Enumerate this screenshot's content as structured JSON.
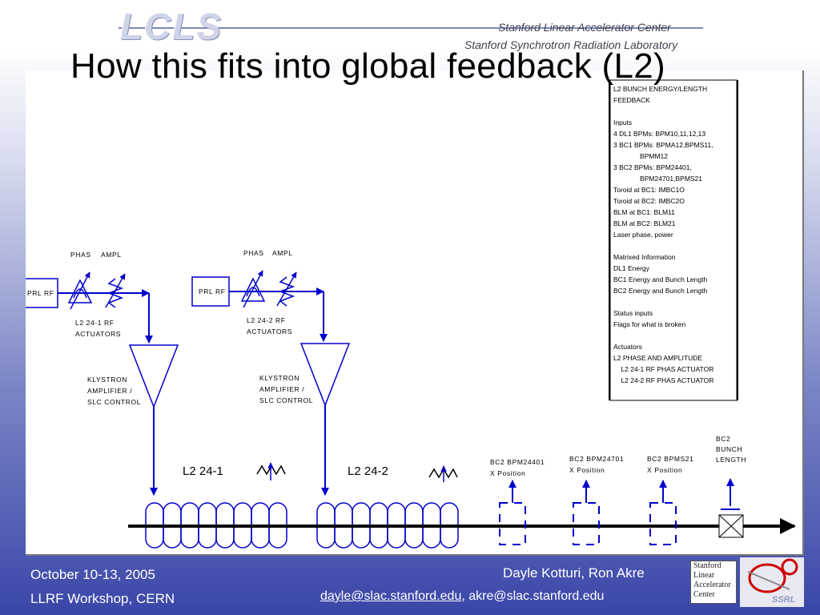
{
  "header": {
    "logo_text": "LCLS",
    "slac_name": "Stanford Linear Accelerator Center",
    "ssrl_name": "Stanford Synchrotron Radiation Laboratory",
    "title": "How this fits into global feedback (L2)"
  },
  "diagram": {
    "station1": {
      "phas": "PHAS",
      "ampl": "AMPL",
      "prl": "PRL RF",
      "actuators_line1": "L2 24-1  RF",
      "actuators_line2": "ACTUATORS",
      "klystron_line1": "KLYSTRON",
      "klystron_line2": "AMPLIFIER /",
      "klystron_line3": "SLC CONTROL",
      "section": "L2 24-1"
    },
    "station2": {
      "phas": "PHAS",
      "ampl": "AMPL",
      "prl": "PRL RF",
      "actuators_line1": "L2 24-2  RF",
      "actuators_line2": "ACTUATORS",
      "klystron_line1": "KLYSTRON",
      "klystron_line2": "AMPLIFIER /",
      "klystron_line3": "SLC CONTROL",
      "section": "L2 24-2"
    },
    "bpm1": {
      "line1": "BC2 BPM24401",
      "line2": "X Position"
    },
    "bpm2": {
      "line1": "BC2 BPM24701",
      "line2": "X Position"
    },
    "bpm3": {
      "line1": "BC2 BPMS21",
      "line2": "X Position"
    },
    "bunch": {
      "line1": "BC2",
      "line2": "BUNCH",
      "line3": "LENGTH"
    },
    "feedback_box": [
      "L2 BUNCH ENERGY/LENGTH",
      "FEEDBACK",
      "",
      "Inputs",
      "4 DL1 BPMs: BPM10,11,12,13",
      "3 BC1 BPMs: BPMA12,BPMS11,",
      "              BPMM12",
      "3 BC2 BPMs: BPM24401,",
      "              BPM24701,BPMS21",
      "Toroid at BC1: IMBC1O",
      "Toroid at BC2: IMBC2O",
      "BLM at BC1: BLM11",
      "BLM at BC2: BLM21",
      "Laser phase, power",
      "",
      "Matrixed Information",
      "DL1 Energy",
      "BC1 Energy and Bunch Length",
      "BC2 Energy and Bunch Length",
      "",
      "Status inputs",
      "Flags for what is broken",
      "",
      "Actuators",
      "L2 PHASE AND AMPLITUDE",
      "    L2 24-1 RF PHAS ACTUATOR",
      "    L2 24-2 RF PHAS ACTUATOR"
    ]
  },
  "footer": {
    "date": "October 10-13, 2005",
    "workshop": "LLRF Workshop, CERN",
    "authors": "Dayle Kotturi, Ron Akre",
    "email1": "dayle@slac.stanford.edu",
    "email_sep": ", ",
    "email2": "akre@slac.stanford.edu",
    "slac_logo_lines": [
      "Stanford",
      "Linear",
      "Accelerator",
      "Center"
    ],
    "ssrl_logo": "SSRL"
  },
  "colors": {
    "accent": "#0000cc",
    "line": "#000000",
    "text_on_blue": "#ffffff"
  }
}
